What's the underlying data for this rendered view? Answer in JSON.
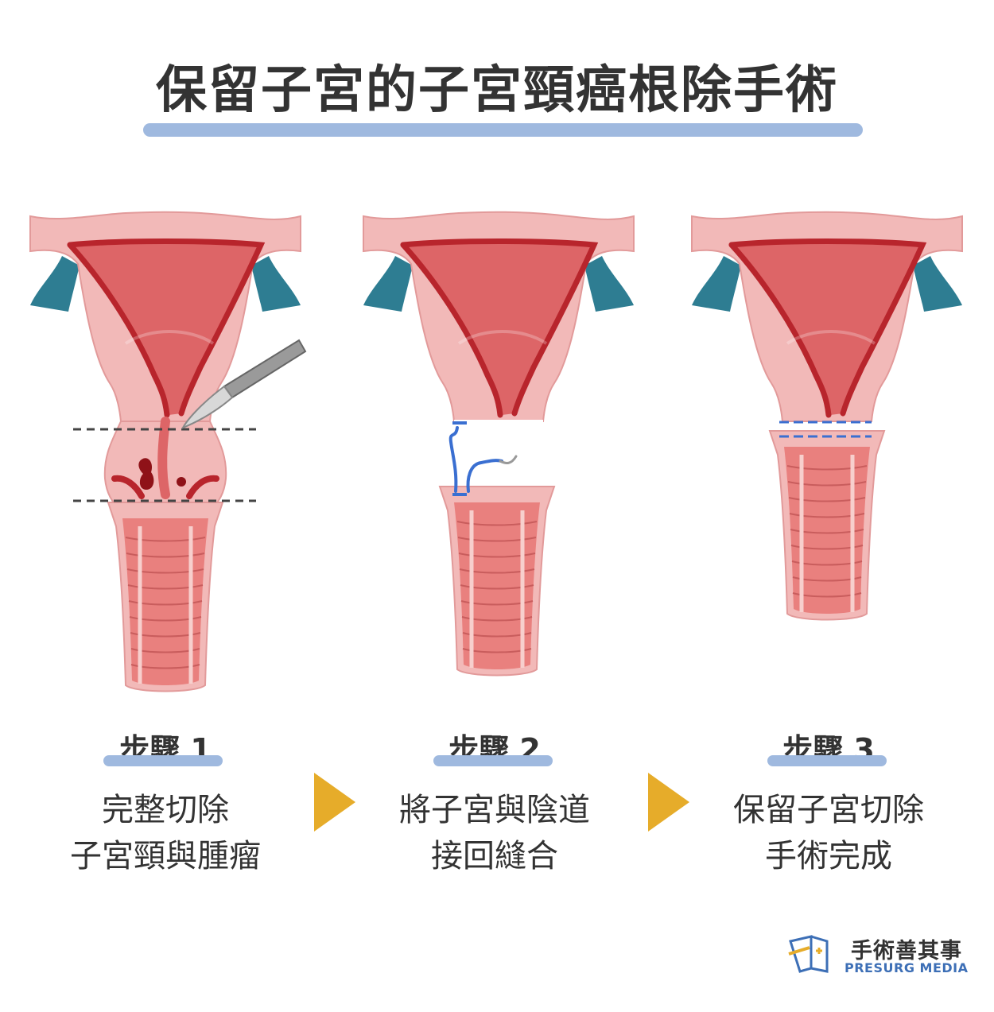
{
  "title": "保留子宮的子宮頸癌根除手術",
  "steps": [
    {
      "label": "步驟 1",
      "lines": [
        "完整切除",
        "子宮頸與腫瘤"
      ]
    },
    {
      "label": "步驟 2",
      "lines": [
        "將子宮與陰道",
        "接回縫合"
      ]
    },
    {
      "label": "步驟 3",
      "lines": [
        "保留子宮切除",
        "手術完成"
      ]
    }
  ],
  "logo": {
    "name_zh": "手術善其事",
    "name_en": "PRESURG MEDIA"
  },
  "colors": {
    "title_bar": "#9fb9df",
    "uterus_outer": "#f2b9b8",
    "uterus_inner": "#dd6567",
    "uterus_line": "#b8252c",
    "ligament": "#2e7d92",
    "vagina": "#e9807e",
    "arrow": "#e6ac2a",
    "suture": "#3a6fd1",
    "cut_line": "#444444"
  }
}
